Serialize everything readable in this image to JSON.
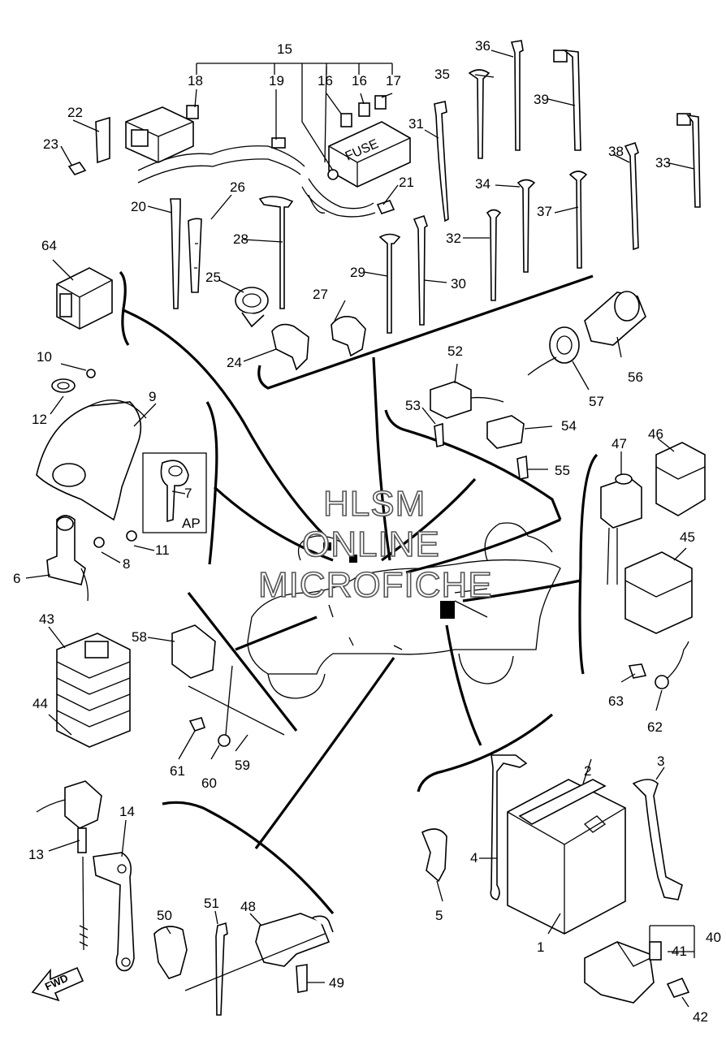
{
  "diagram": {
    "part_numbers": [
      "1",
      "2",
      "3",
      "4",
      "5",
      "6",
      "7",
      "8",
      "9",
      "10",
      "11",
      "12",
      "13",
      "14",
      "15",
      "16",
      "16",
      "17",
      "18",
      "19",
      "20",
      "21",
      "22",
      "23",
      "24",
      "25",
      "26",
      "27",
      "28",
      "29",
      "30",
      "31",
      "32",
      "33",
      "34",
      "35",
      "36",
      "37",
      "38",
      "39",
      "40",
      "41",
      "42",
      "43",
      "44",
      "45",
      "46",
      "47",
      "48",
      "49",
      "50",
      "51",
      "52",
      "53",
      "54",
      "55",
      "56",
      "57",
      "58",
      "59",
      "60",
      "61",
      "62",
      "63",
      "64"
    ],
    "inset_label": "AP",
    "fuse_label": "FUSE",
    "direction_label": "FWD"
  },
  "watermark": {
    "line1": "HLSM",
    "line2": "ONLINE",
    "line3": "MICROFICHE"
  }
}
